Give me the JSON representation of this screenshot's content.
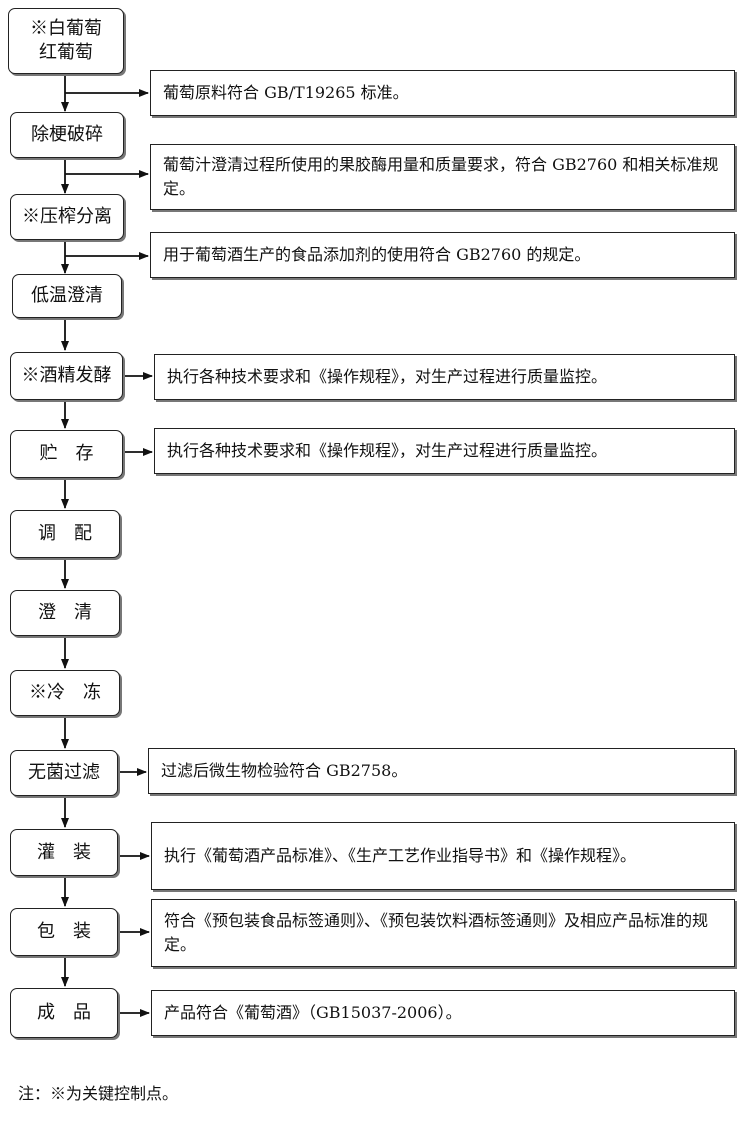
{
  "steps": [
    {
      "id": "white-red-grape",
      "label": "※白葡萄\n红葡萄"
    },
    {
      "id": "destem-crush",
      "label": "除梗破碎"
    },
    {
      "id": "press-separate",
      "label": "※压榨分离"
    },
    {
      "id": "low-temp-clarify",
      "label": "低温澄清"
    },
    {
      "id": "alcohol-fermentation",
      "label": "※酒精发酵"
    },
    {
      "id": "storage",
      "label": "贮　存"
    },
    {
      "id": "blending",
      "label": "调　配"
    },
    {
      "id": "clarification",
      "label": "澄　清"
    },
    {
      "id": "freezing",
      "label": "※冷　冻"
    },
    {
      "id": "sterile-filtration",
      "label": "无菌过滤"
    },
    {
      "id": "filling",
      "label": "灌　装"
    },
    {
      "id": "packaging",
      "label": "包　装"
    },
    {
      "id": "finished-product",
      "label": "成　品"
    }
  ],
  "notes": [
    {
      "id": "raw-material",
      "text": "葡萄原料符合 GB/T19265 标准。"
    },
    {
      "id": "pectinase",
      "text": "葡萄汁澄清过程所使用的果胶酶用量和质量要求，符合 GB2760 和相关标准规定。"
    },
    {
      "id": "additives",
      "text": "用于葡萄酒生产的食品添加剂的使用符合 GB2760 的规定。"
    },
    {
      "id": "fermentation-control",
      "text": "执行各种技术要求和《操作规程》，对生产过程进行质量监控。"
    },
    {
      "id": "storage-control",
      "text": "执行各种技术要求和《操作规程》，对生产过程进行质量监控。"
    },
    {
      "id": "microbe-test",
      "text": "过滤后微生物检验符合 GB2758。"
    },
    {
      "id": "filling-standard",
      "text": "执行《葡萄酒产品标准》、《生产工艺作业指导书》和《操作规程》。"
    },
    {
      "id": "labeling",
      "text": "符合《预包装食品标签通则》、《预包装饮料酒标签通则》及相应产品标准的规定。"
    },
    {
      "id": "product-standard",
      "text": "产品符合《葡萄酒》（GB15037-2006）。"
    }
  ],
  "footnote": "注：※为关键控制点。"
}
